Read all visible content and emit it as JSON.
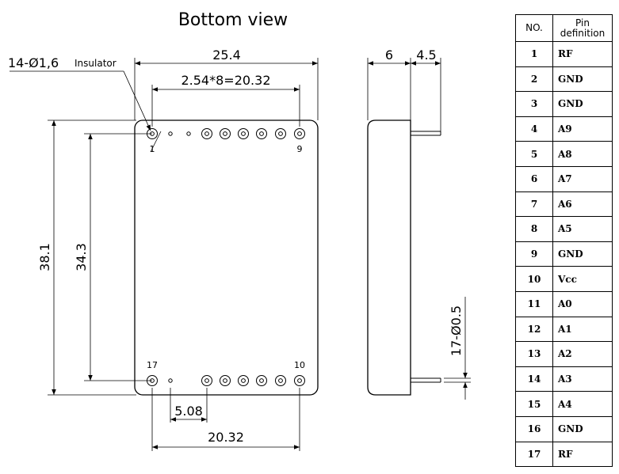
{
  "bottom_view": {
    "title": "Bottom view",
    "pin_spec": "14-Ø1,6",
    "insulator_label": "Insulator",
    "width_dim": "25.4",
    "pitch_dim": "2.54*8=20.32",
    "height_dim": "38.1",
    "inner_height_dim": "34.3",
    "spacing_dim": "5.08",
    "bottom_width_dim": "20.32",
    "pin_label_1": "1",
    "pin_label_9": "9",
    "pin_label_17": "17",
    "pin_label_10": "10"
  },
  "side_view": {
    "body_depth_dim": "6",
    "pin_length_dim": "4.5",
    "pin_spec": "17-Ø0.5"
  },
  "pin_table": {
    "header_no": "NO.",
    "header_def_line1": "Pin",
    "header_def_line2": "definition",
    "rows": [
      {
        "no": "1",
        "def": "RF"
      },
      {
        "no": "2",
        "def": "GND"
      },
      {
        "no": "3",
        "def": "GND"
      },
      {
        "no": "4",
        "def": "A9"
      },
      {
        "no": "5",
        "def": "A8"
      },
      {
        "no": "6",
        "def": "A7"
      },
      {
        "no": "7",
        "def": "A6"
      },
      {
        "no": "8",
        "def": "A5"
      },
      {
        "no": "9",
        "def": "GND"
      },
      {
        "no": "10",
        "def": "Vcc"
      },
      {
        "no": "11",
        "def": "A0"
      },
      {
        "no": "12",
        "def": "A1"
      },
      {
        "no": "13",
        "def": "A2"
      },
      {
        "no": "14",
        "def": "A3"
      },
      {
        "no": "15",
        "def": "A4"
      },
      {
        "no": "16",
        "def": "GND"
      },
      {
        "no": "17",
        "def": "RF"
      }
    ]
  }
}
